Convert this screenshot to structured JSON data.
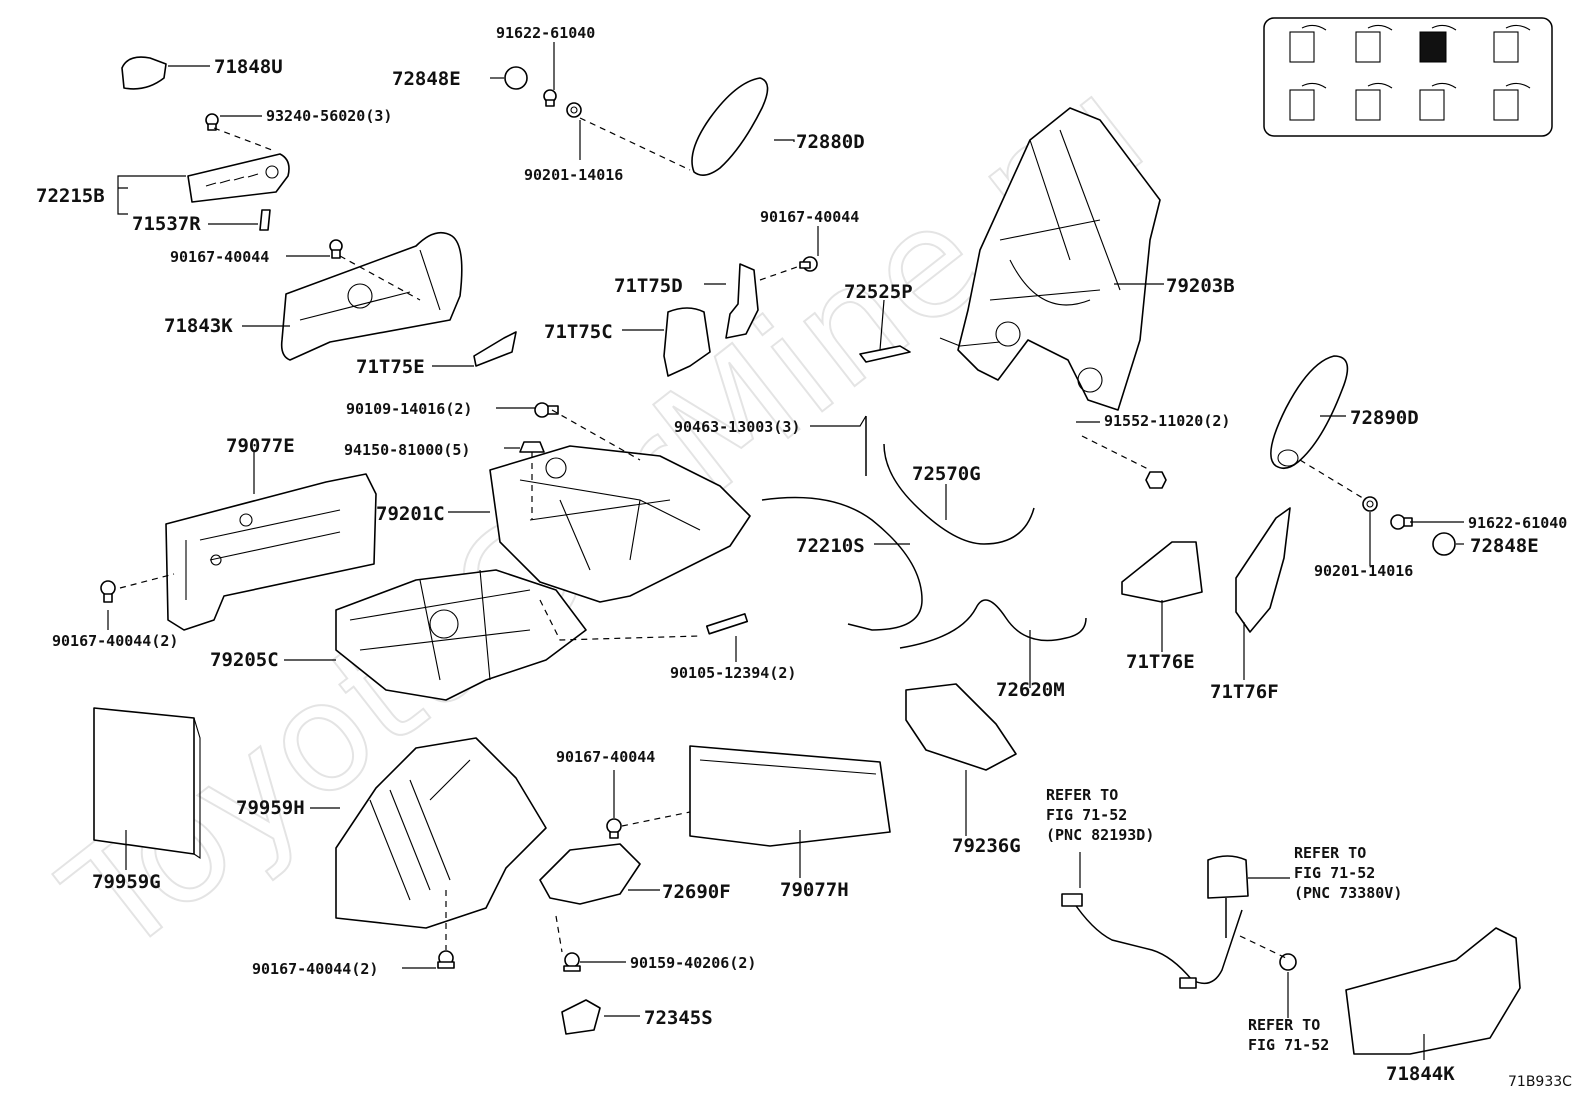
{
  "watermark": "ToyotaCarMine.ru",
  "diagram_code": "71B933C",
  "part_numbers": {
    "p71848U": "71848U",
    "p93240": "93240-56020(3)",
    "p72215B": "72215B",
    "p71537R": "71537R",
    "p90167_a": "90167-40044",
    "p71843K": "71843K",
    "p71T75E": "71T75E",
    "p91622_top": "91622-61040",
    "p72848E_top": "72848E",
    "p90201_top": "90201-14016",
    "p72880D": "72880D",
    "p90167_b": "90167-40044",
    "p71T75D": "71T75D",
    "p71T75C": "71T75C",
    "p72525P": "72525P",
    "p79203B": "79203B",
    "p90109": "90109-14016(2)",
    "p94150": "94150-81000(5)",
    "p79077E": "79077E",
    "p79201C": "79201C",
    "p90463": "90463-13003(3)",
    "p72570G": "72570G",
    "p72210S": "72210S",
    "p91552": "91552-11020(2)",
    "p72890D": "72890D",
    "p91622_right": "91622-61040",
    "p72848E_right": "72848E",
    "p90201_right": "90201-14016",
    "p90167_c": "90167-40044(2)",
    "p79205C": "79205C",
    "p90105": "90105-12394(2)",
    "p72620M": "72620M",
    "p71T76E": "71T76E",
    "p71T76F": "71T76F",
    "p79959H": "79959H",
    "p79959G": "79959G",
    "p90167_d": "90167-40044",
    "p72690F": "72690F",
    "p79077H": "79077H",
    "p79236G": "79236G",
    "p90167_e": "90167-40044(2)",
    "p90159": "90159-40206(2)",
    "p72345S": "72345S",
    "p71844K": "71844K"
  },
  "references": {
    "ref1": [
      "REFER TO",
      "FIG 71-52",
      "(PNC 82193D)"
    ],
    "ref2": [
      "REFER TO",
      "FIG 71-52",
      "(PNC 73380V)"
    ],
    "ref3": [
      "REFER TO",
      "FIG 71-52"
    ]
  }
}
